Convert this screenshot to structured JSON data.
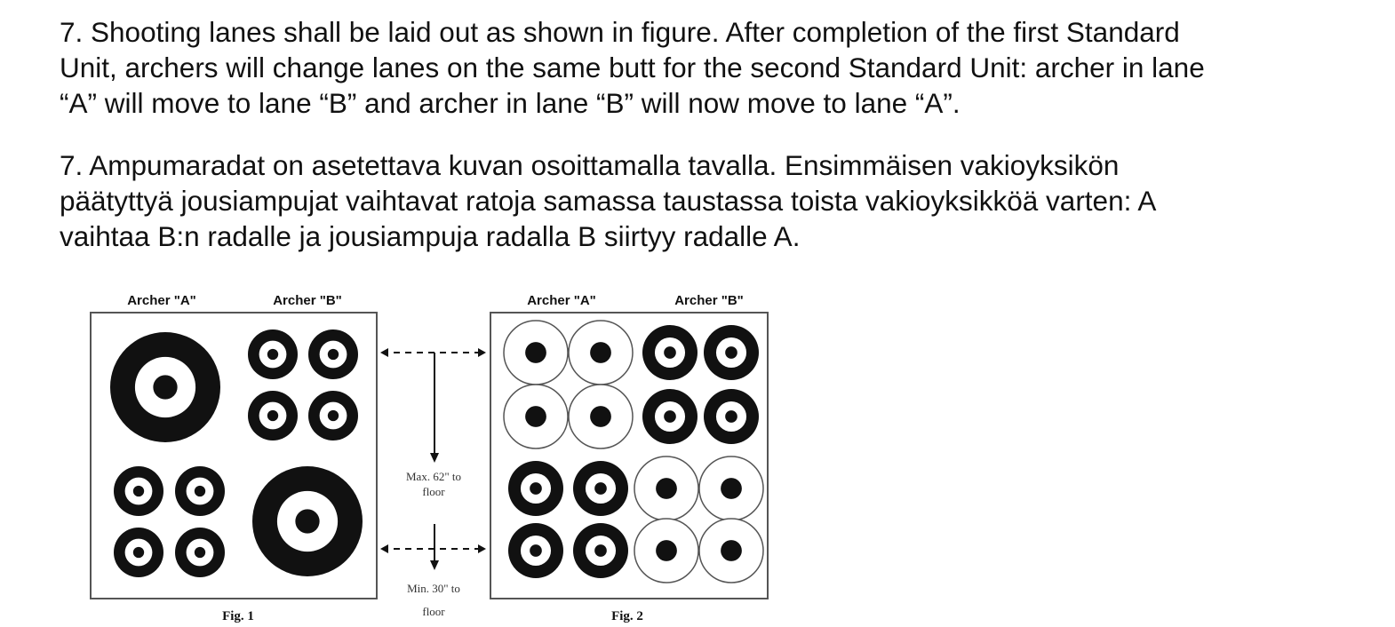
{
  "document": {
    "paragraph_en": {
      "lines": [
        "7. Shooting lanes shall be laid out as shown in figure. After completion of the first Standard",
        "Unit, archers will change lanes on the same butt for the second Standard Unit: archer in lane",
        "“A” will move to lane “B” and archer in lane “B” will now move to lane “A”."
      ]
    },
    "paragraph_fi": {
      "lines": [
        "7. Ampumaradat on asetettava kuvan osoittamalla tavalla. Ensimmäisen vakioyksikön",
        "päätyttyä jousiampujat vaihtavat ratoja samassa taustassa toista vakioyksikköä varten: A",
        "vaihtaa B:n radalle ja jousiampuja radalla B siirtyy radalle A."
      ]
    }
  },
  "figure": {
    "fig1": {
      "caption": "Fig. 1",
      "header_a": "Archer \"A\"",
      "header_b": "Archer \"B\""
    },
    "fig2": {
      "caption": "Fig. 2",
      "header_a": "Archer \"A\"",
      "header_b": "Archer \"B\""
    },
    "annotation_max": {
      "line1": "Max. 62\" to",
      "line2": "floor"
    },
    "annotation_min": {
      "line1": "Min. 30\" to",
      "line2": "floor"
    },
    "colors": {
      "ink": "#111111",
      "outline": "#555555",
      "background": "#ffffff"
    }
  }
}
